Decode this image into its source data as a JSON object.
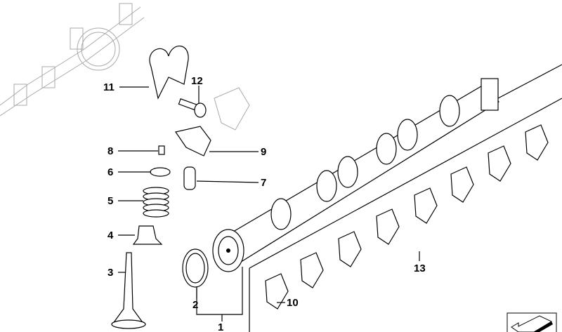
{
  "diagram": {
    "callouts": [
      "1",
      "2",
      "3",
      "4",
      "5",
      "6",
      "7",
      "8",
      "9",
      "10",
      "11",
      "12",
      "13"
    ],
    "nav_icon": "next-page-arrow-icon"
  }
}
